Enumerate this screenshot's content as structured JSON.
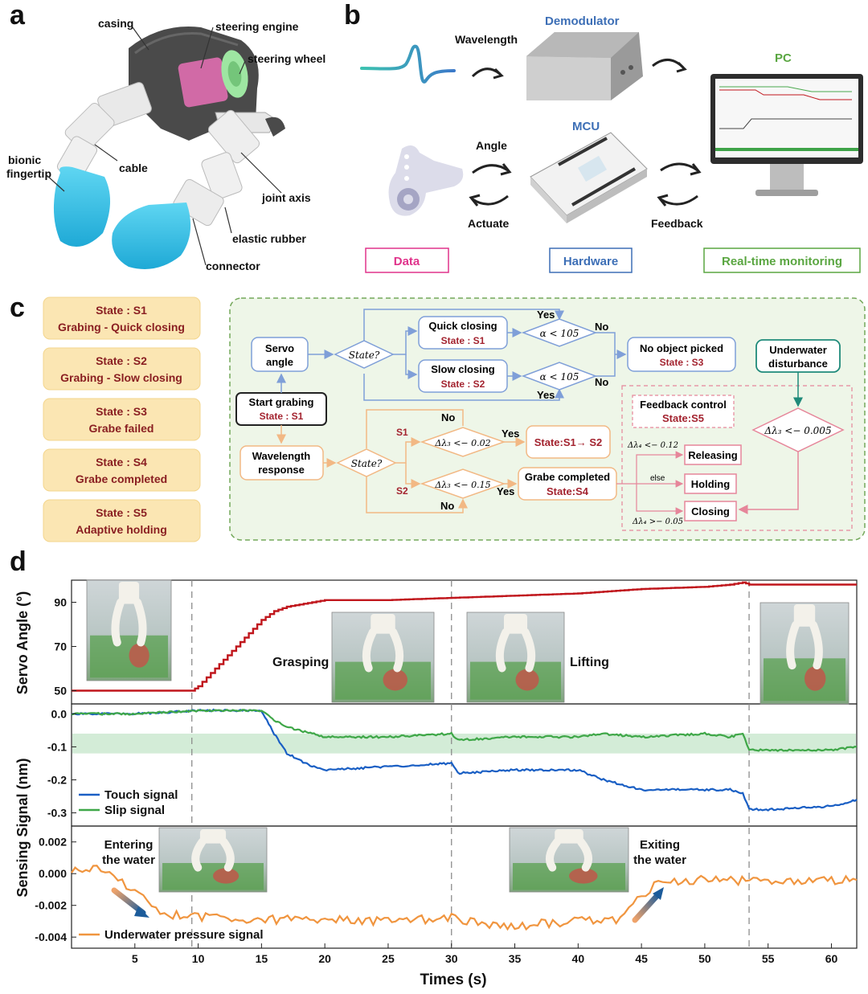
{
  "panels": {
    "a": "a",
    "b": "b",
    "c": "c",
    "d": "d"
  },
  "panel_a": {
    "labels": [
      "casing",
      "steering engine",
      "steering wheel",
      "bionic fingertip",
      "cable",
      "joint axis",
      "elastic rubber",
      "connector"
    ]
  },
  "panel_b": {
    "demodulator": "Demodulator",
    "wavelength": "Wavelength",
    "pc": "PC",
    "mcu": "MCU",
    "angle": "Angle",
    "actuate": "Actuate",
    "feedback": "Feedback",
    "box_data": "Data",
    "box_hardware": "Hardware",
    "box_monitoring": "Real-time monitoring",
    "colors": {
      "data": "#e0338b",
      "hardware": "#3d6fb6",
      "monitoring": "#5aa641",
      "wave_start": "#3cc2b0",
      "wave_end": "#3b79c9"
    }
  },
  "panel_c": {
    "states": [
      {
        "title": "State : S1",
        "desc": "Grabing - Quick closing"
      },
      {
        "title": "State : S2",
        "desc": "Grabing - Slow closing"
      },
      {
        "title": "State : S3",
        "desc": "Grabe failed"
      },
      {
        "title": "State : S4",
        "desc": "Grabe completed"
      },
      {
        "title": "State : S5",
        "desc": "Adaptive holding"
      }
    ],
    "flow": {
      "servo_angle": [
        "Servo",
        "angle"
      ],
      "state_q": "State?",
      "quick_closing": "Quick closing",
      "quick_state": "State : S1",
      "slow_closing": "Slow closing",
      "slow_state": "State : S2",
      "alpha_cond": "α < 105",
      "yes": "Yes",
      "no": "No",
      "no_object": "No object picked",
      "no_object_state": "State : S3",
      "start": "Start grabing",
      "start_state": "State : S1",
      "wavelength_response": [
        "Wavelength",
        "response"
      ],
      "s1": "S1",
      "s2": "S2",
      "cond_002": "Δλ₃ <− 0.02",
      "cond_015": "Δλ₃ <− 0.15",
      "s1_to_s2": "State:S1→ S2",
      "grabe_completed": "Grabe completed",
      "grabe_state": "State:S4",
      "feedback_control": "Feedback control",
      "feedback_state": "State:S5",
      "underwater": [
        "Underwater",
        "disturbance"
      ],
      "cond_0005": "Δλ₃ <− 0.005",
      "releasing": "Releasing",
      "holding": "Holding",
      "closing": "Closing",
      "else": "else",
      "cond_012": "Δλ₄ <− 0.12",
      "cond_005": "Δλ₄ >− 0.05"
    }
  },
  "panel_d": {
    "top_ylabel": "Servo Angle (°)",
    "mid_ylabel": "Sensing Signal (nm)",
    "xlabel": "Times (s)",
    "annotations": {
      "grasping": "Grasping",
      "lifting": "Lifting",
      "entering": [
        "Entering",
        "the water"
      ],
      "exiting": [
        "Exiting",
        "the water"
      ]
    },
    "legend_touch": "Touch signal",
    "legend_slip": "Slip signal",
    "legend_pressure": "Underwater pressure signal"
  },
  "chart_data": [
    {
      "type": "line",
      "x": [
        0,
        9.5,
        10,
        11,
        12,
        13,
        14,
        15,
        16,
        17,
        18,
        20,
        25,
        30,
        35,
        40,
        45,
        50,
        52,
        53,
        53.5,
        60,
        62
      ],
      "series": [
        {
          "values": [
            50,
            50,
            52,
            58,
            64,
            70,
            76,
            82,
            86,
            88,
            89,
            91,
            91,
            92,
            93,
            94,
            96,
            97,
            98,
            99,
            98,
            98,
            98
          ]
        }
      ],
      "xlim": [
        0,
        62
      ],
      "ylim": [
        44,
        100
      ],
      "yticks": [
        50,
        70,
        90
      ],
      "ylabel": "Servo Angle (°)",
      "color": "#c0161c",
      "vlines": [
        9.5,
        30,
        53.5
      ]
    },
    {
      "type": "line",
      "x": [
        0,
        5,
        10,
        15,
        16,
        17,
        18,
        19,
        20,
        25,
        30,
        30.5,
        35,
        40,
        42,
        45,
        50,
        52,
        53,
        53.5,
        55,
        60,
        62
      ],
      "series": [
        {
          "name": "Touch signal",
          "values": [
            0.0,
            0.0,
            0.01,
            0.01,
            -0.06,
            -0.12,
            -0.14,
            -0.16,
            -0.17,
            -0.16,
            -0.15,
            -0.18,
            -0.17,
            -0.17,
            -0.2,
            -0.23,
            -0.23,
            -0.23,
            -0.24,
            -0.29,
            -0.29,
            -0.28,
            -0.26
          ]
        },
        {
          "name": "Slip signal",
          "values": [
            0.0,
            0.0,
            0.01,
            0.01,
            -0.02,
            -0.04,
            -0.05,
            -0.06,
            -0.07,
            -0.07,
            -0.06,
            -0.08,
            -0.07,
            -0.07,
            -0.06,
            -0.07,
            -0.06,
            -0.07,
            -0.06,
            -0.11,
            -0.11,
            -0.11,
            -0.1
          ]
        }
      ],
      "xlim": [
        0,
        62
      ],
      "ylim": [
        -0.34,
        0.03
      ],
      "yticks": [
        0.0,
        -0.1,
        -0.2,
        -0.3
      ],
      "ytick_labels": [
        "0.0",
        "-0.1",
        "-0.2",
        "-0.3"
      ],
      "band": [
        -0.12,
        -0.06
      ],
      "colors": {
        "Touch signal": "#1a5fc4",
        "Slip signal": "#3fa748",
        "band": "#cbe9d0"
      },
      "legend": "bottom-left"
    },
    {
      "type": "line",
      "x": [
        0,
        2,
        3,
        4,
        5,
        6,
        7,
        8,
        10,
        15,
        20,
        25,
        30,
        33,
        35,
        38,
        40,
        43,
        44,
        45,
        46,
        47,
        50,
        55,
        60,
        62
      ],
      "series": [
        {
          "name": "Underwater pressure signal",
          "values": [
            0.0003,
            0.0003,
            0.0,
            -0.0006,
            -0.0012,
            -0.0018,
            -0.0024,
            -0.0026,
            -0.0027,
            -0.0029,
            -0.0029,
            -0.003,
            -0.0028,
            -0.0032,
            -0.0033,
            -0.0031,
            -0.003,
            -0.0029,
            -0.0024,
            -0.0014,
            -0.0008,
            -0.0005,
            -0.0004,
            -0.0005,
            -0.0004,
            -0.0004
          ]
        }
      ],
      "xlim": [
        0,
        62
      ],
      "ylim": [
        -0.0047,
        0.003
      ],
      "yticks": [
        0.002,
        0.0,
        -0.002,
        -0.004
      ],
      "ytick_labels": [
        "0.002",
        "0.000",
        "-0.002",
        "-0.004"
      ],
      "xticks": [
        5,
        10,
        15,
        20,
        25,
        30,
        35,
        40,
        45,
        50,
        55,
        60
      ],
      "xlabel": "Times (s)",
      "color": "#f0953f",
      "legend": "bottom-left"
    }
  ]
}
